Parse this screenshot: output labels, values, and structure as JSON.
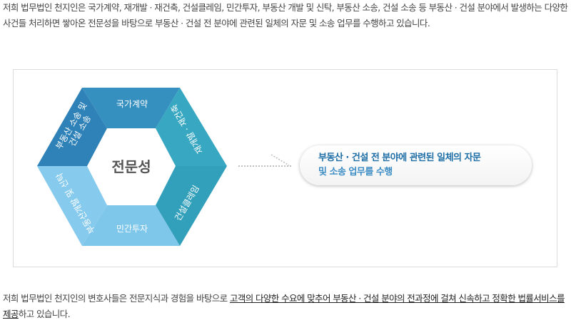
{
  "intro_text": "저희 법무법인 천지인은 국가계약, 재개발 · 재건축, 건설클레임, 민간투자, 부동산 개발 및 신탁, 부동산 소송, 건설 소송 등 부동산 · 건설 분야에서 발생하는 다양한 사건들 처리하면 쌓아온 전문성을 바탕으로 부동산 · 건설 전 분야에 관련된 일체의 자문 및 소송 업무를 수행하고 있습니다.",
  "diagram": {
    "center_label": "전문성",
    "segments": {
      "top": "국가계약",
      "right_top": "재개발 · 재건축",
      "right_bottom": "건설클레임",
      "bottom": "민간투자",
      "left_bottom": "부동산개발 및 신탁",
      "left_top_line1": "부동산 소송 및",
      "left_top_line2": "건설 소송"
    },
    "colors": {
      "top": "#3590c0",
      "left_top": "#2f82b8",
      "right_top": "#37a7c2",
      "right_bottom": "#32a0bb",
      "bottom": "#7ec6ea",
      "left_bottom": "#86caed"
    },
    "callout_line1": "부동산 · 건설 전 분야에 관련된 일체의 자문",
    "callout_line2": "및 소송 업무를 수행"
  },
  "closing": {
    "prefix": "저희 법무법인 천지인의 변호사들은 전문지식과 경험을 바탕으로 ",
    "highlight": "고객의 다양한 수요에 맞추어 부동산 · 건설 분야의 전과정에 걸쳐 신속하고 정확한 법률서비스를 제공",
    "suffix": "하고 있습니다."
  }
}
